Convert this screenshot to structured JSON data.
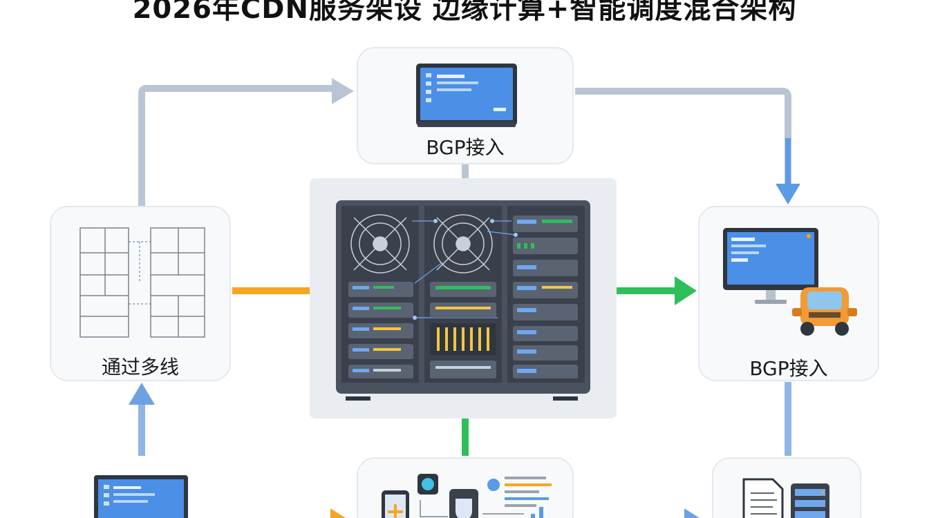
{
  "title": "2026年CDN服务架设 边缘计算+智能调度混合架构",
  "nodes": {
    "top": {
      "label": "BGP接入",
      "icon": "monitor-icon"
    },
    "left": {
      "label": "通过多线",
      "icon": "floorplan-icon"
    },
    "right": {
      "label": "BGP接入",
      "icon": "desktop-robot-icon"
    },
    "center": {
      "icon": "server-rack-icon"
    },
    "bottom_left": {
      "icon": "monitor-icon"
    },
    "bottom_center": {
      "icon": "network-devices-icon"
    },
    "bottom_right": {
      "icon": "document-server-icon"
    }
  },
  "colors": {
    "arrow_gray": "#b9c5d4",
    "arrow_blue": "#5b9be6",
    "arrow_orange": "#f5a623",
    "arrow_green": "#2fbf5a",
    "rack": "#4a5260",
    "screen": "#3f86e0"
  }
}
